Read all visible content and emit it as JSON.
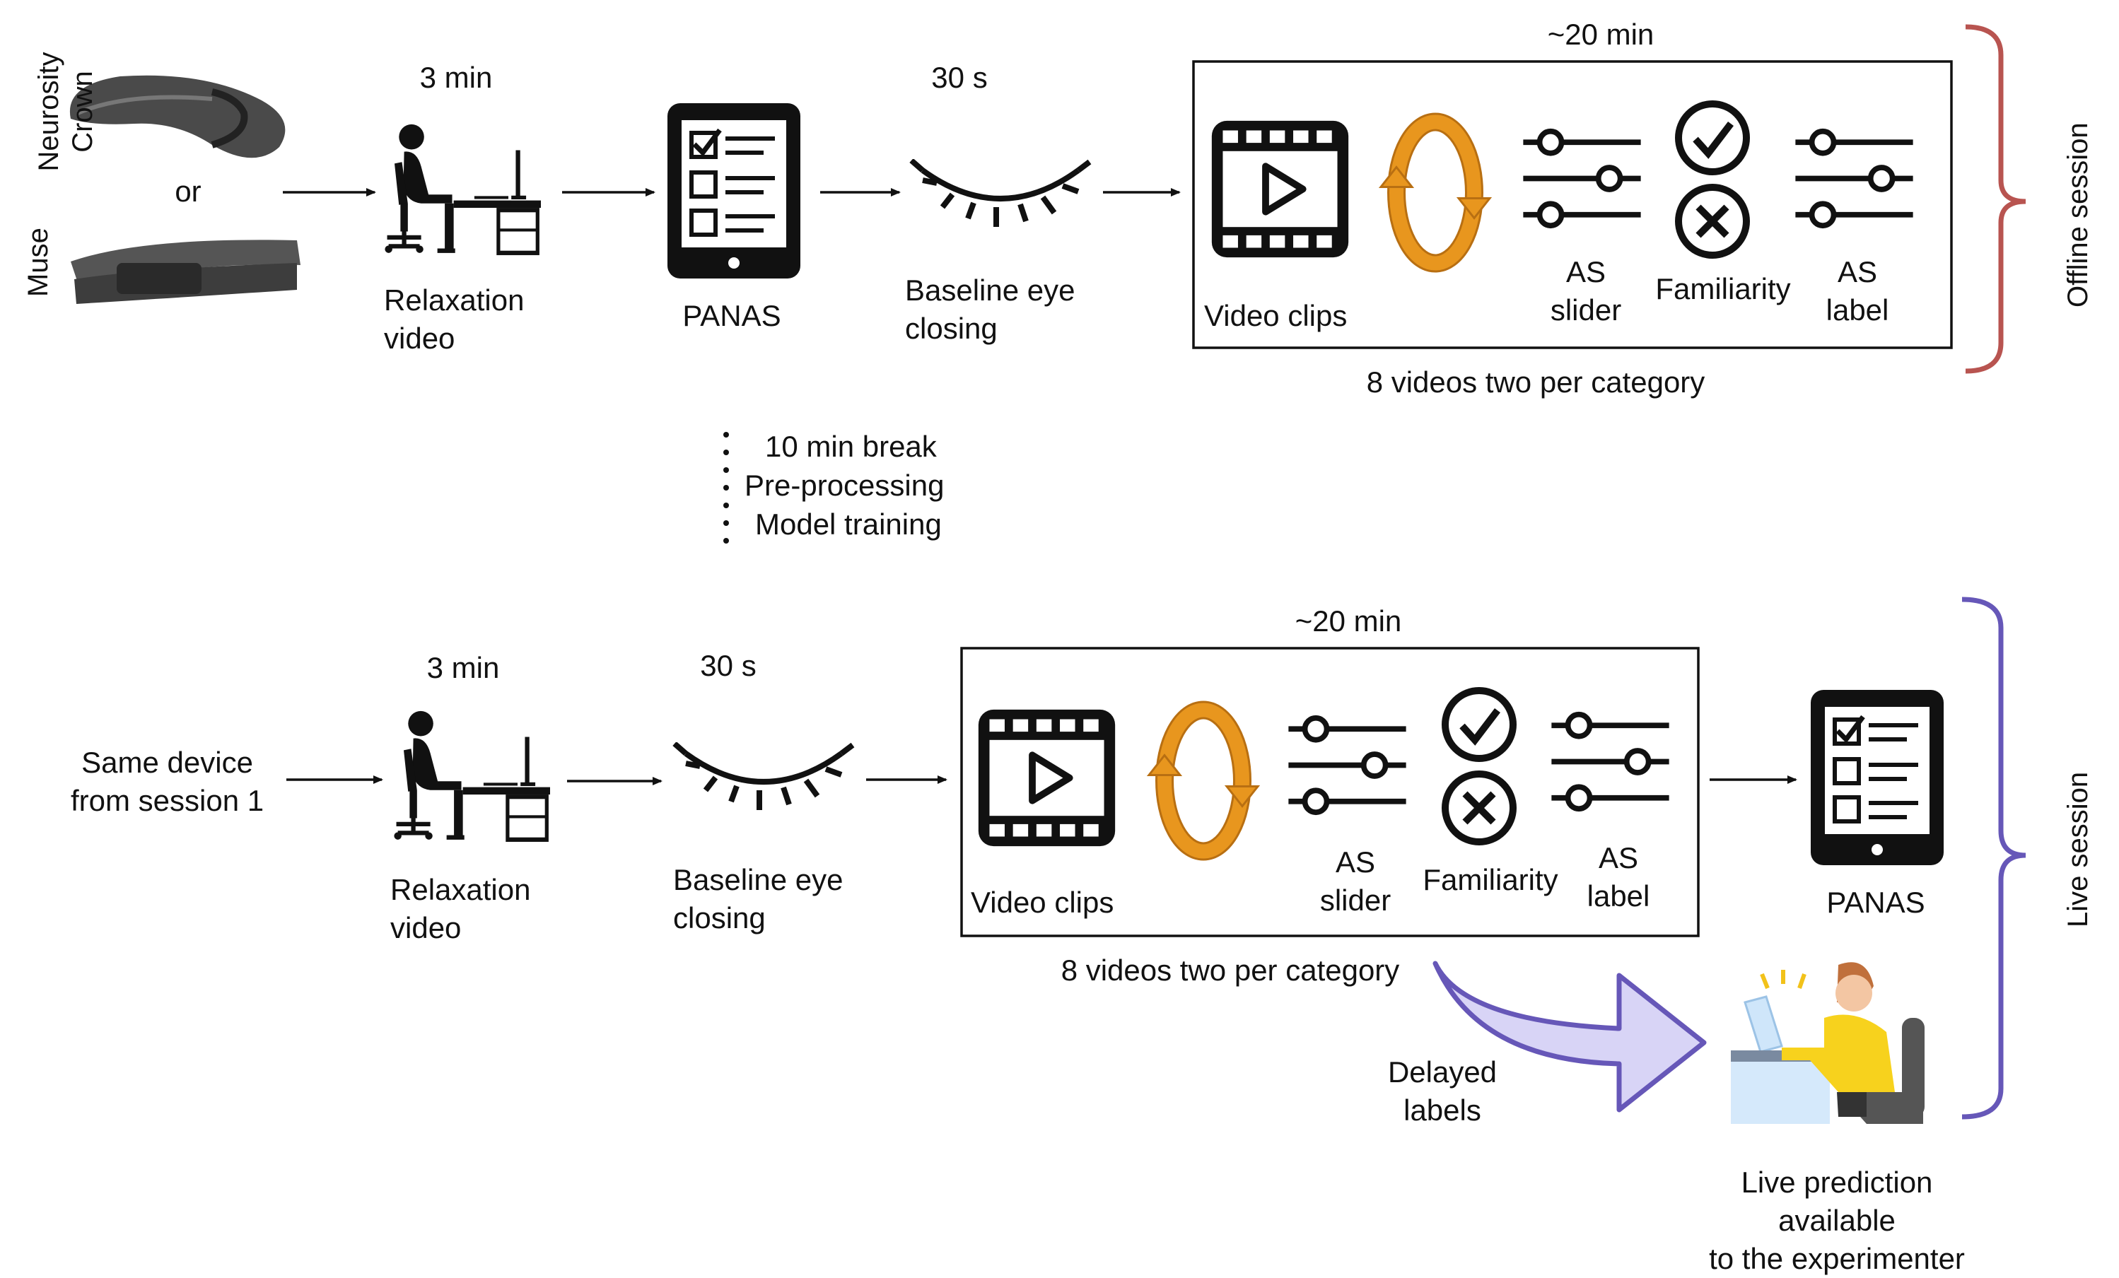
{
  "devices": {
    "crown": "Neurosity\nCrown",
    "or": "or",
    "muse": "Muse"
  },
  "offline": {
    "relax_time": "3 min",
    "relax_label": "Relaxation\nvideo",
    "panas": "PANAS",
    "eye_time": "30 s",
    "eye_label": "Baseline eye\nclosing",
    "block_time": "~20 min",
    "video_clips": "Video clips",
    "as_slider": "AS\nslider",
    "familiarity": "Familiarity",
    "as_label": "AS\nlabel",
    "videos_caption": "8 videos two per category",
    "session": "Offline session"
  },
  "break": {
    "line1": "10 min break",
    "line2": "Pre-processing",
    "line3": "Model training"
  },
  "live": {
    "device_label": "Same device\nfrom session 1",
    "relax_time": "3 min",
    "relax_label": "Relaxation\nvideo",
    "eye_time": "30 s",
    "eye_label": "Baseline eye\nclosing",
    "block_time": "~20 min",
    "video_clips": "Video clips",
    "as_slider": "AS\nslider",
    "familiarity": "Familiarity",
    "as_label": "AS\nlabel",
    "videos_caption": "8 videos two per category",
    "panas": "PANAS",
    "delayed": "Delayed\nlabels",
    "prediction": "Live prediction available\nto the experimenter",
    "session": "Live session"
  },
  "colors": {
    "offline_brace": "#b85450",
    "live_brace": "#6657b8",
    "cycle": "#e8961e",
    "delayed_fill": "#d8d4f6"
  }
}
